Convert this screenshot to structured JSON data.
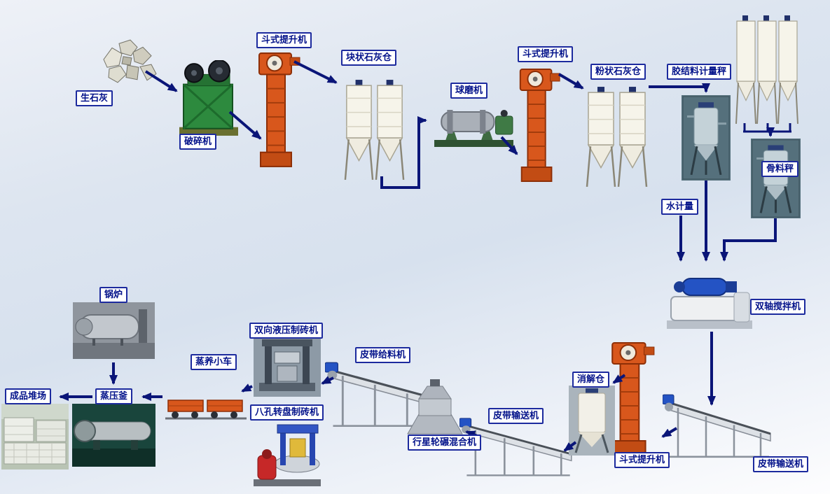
{
  "palette": {
    "arrow": "#0a1578",
    "label_border": "#1c2a9e",
    "label_text": "#03128a",
    "label_background": "#ffffff",
    "background_blue": "#d7e1ee",
    "elevator_orange": "#d8571c",
    "crusher_green": "#2d8a3e",
    "motor_blue": "#2453c4",
    "silo_white": "#f6f4ea"
  },
  "labels": {
    "quicklime": "生石灰",
    "crusher": "破碎机",
    "bucket_elevator_1": "斗式提升机",
    "lump_lime_silo": "块状石灰仓",
    "ball_mill": "球磨机",
    "bucket_elevator_2": "斗式提升机",
    "powder_lime_silo": "粉状石灰仓",
    "binder_metering_scale": "胶结料计量秤",
    "aggregate_scale": "骨料秤",
    "water_metering": "水计量",
    "double_shaft_mixer": "双轴搅拌机",
    "belt_conveyor_right": "皮带输送机",
    "bucket_elevator_3": "斗式提升机",
    "digestion_silo": "消解仓",
    "belt_conveyor_mid": "皮带输送机",
    "planetary_mixer": "行星轮碾混合机",
    "belt_feeder": "皮带给料机",
    "hydraulic_brick_machine": "双向液压制砖机",
    "rotary_brick_machine": "八孔转盘制砖机",
    "steam_curing_trolley": "蒸养小车",
    "autoclave": "蒸压釜",
    "finished_product_yard": "成品堆场",
    "boiler": "锅炉"
  }
}
